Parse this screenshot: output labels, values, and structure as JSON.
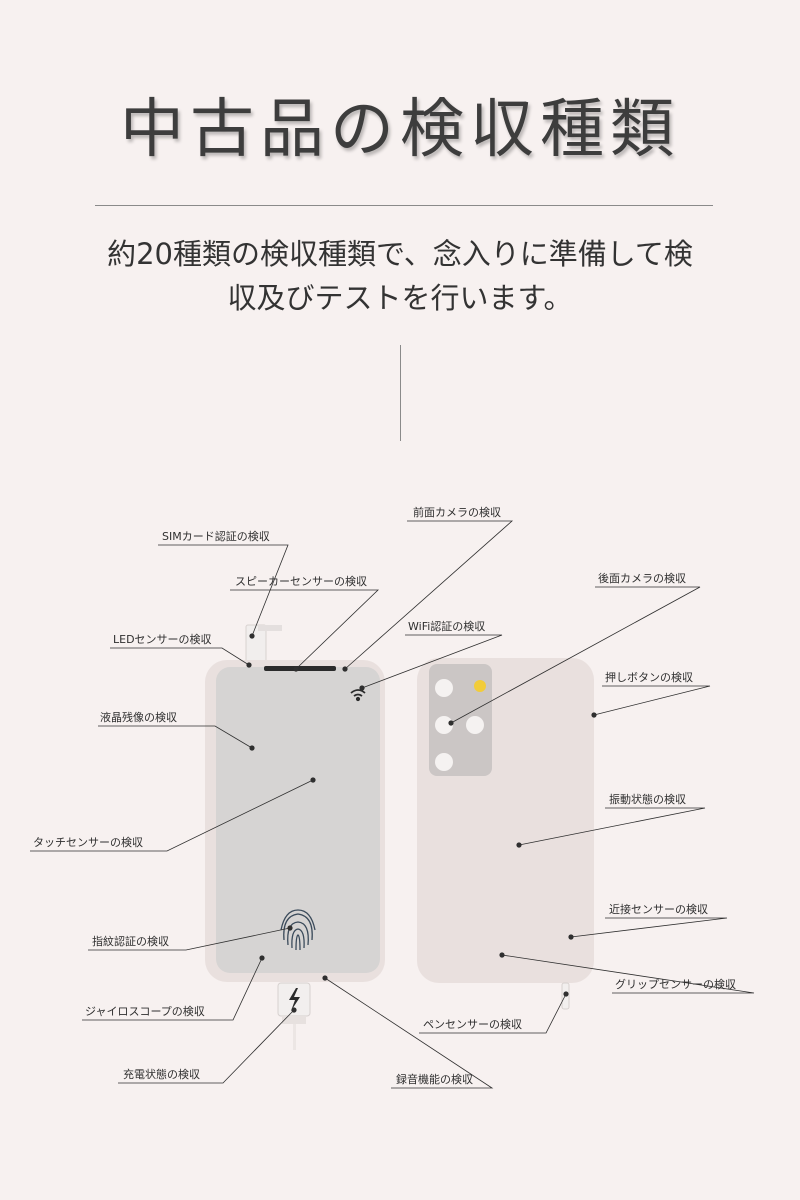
{
  "page": {
    "title": "中古品の検収種類",
    "intro_line1": "約20種類の検収種類で、念入りに準備して検",
    "intro_line2": "収及びテストを行います。"
  },
  "diagram": {
    "labels": {
      "sim": "SIMカード認証の検収",
      "front_camera": "前面カメラの検収",
      "speaker": "スピーカーセンサーの検収",
      "rear_camera": "後面カメラの検収",
      "wifi": "WiFi認証の検収",
      "led": "LEDセンサーの検収",
      "push_button": "押しボタンの検収",
      "lcd": "液晶残像の検収",
      "vibration": "振動状態の検収",
      "touch": "タッチセンサーの検収",
      "proximity": "近接センサーの検収",
      "fingerprint": "指紋認証の検収",
      "grip": "グリップセンサーの検収",
      "gyro": "ジャイロスコープの検収",
      "pen": "ペンセンサーの検収",
      "charging": "充電状態の検収",
      "recording": "録音機能の検収"
    },
    "colors": {
      "phone_body": "#e9e0de",
      "screen": "#d6d4d3",
      "camera_module": "#cbc6c5",
      "flash": "#f2cc3a",
      "leader_line": "#2f2f2f"
    }
  }
}
